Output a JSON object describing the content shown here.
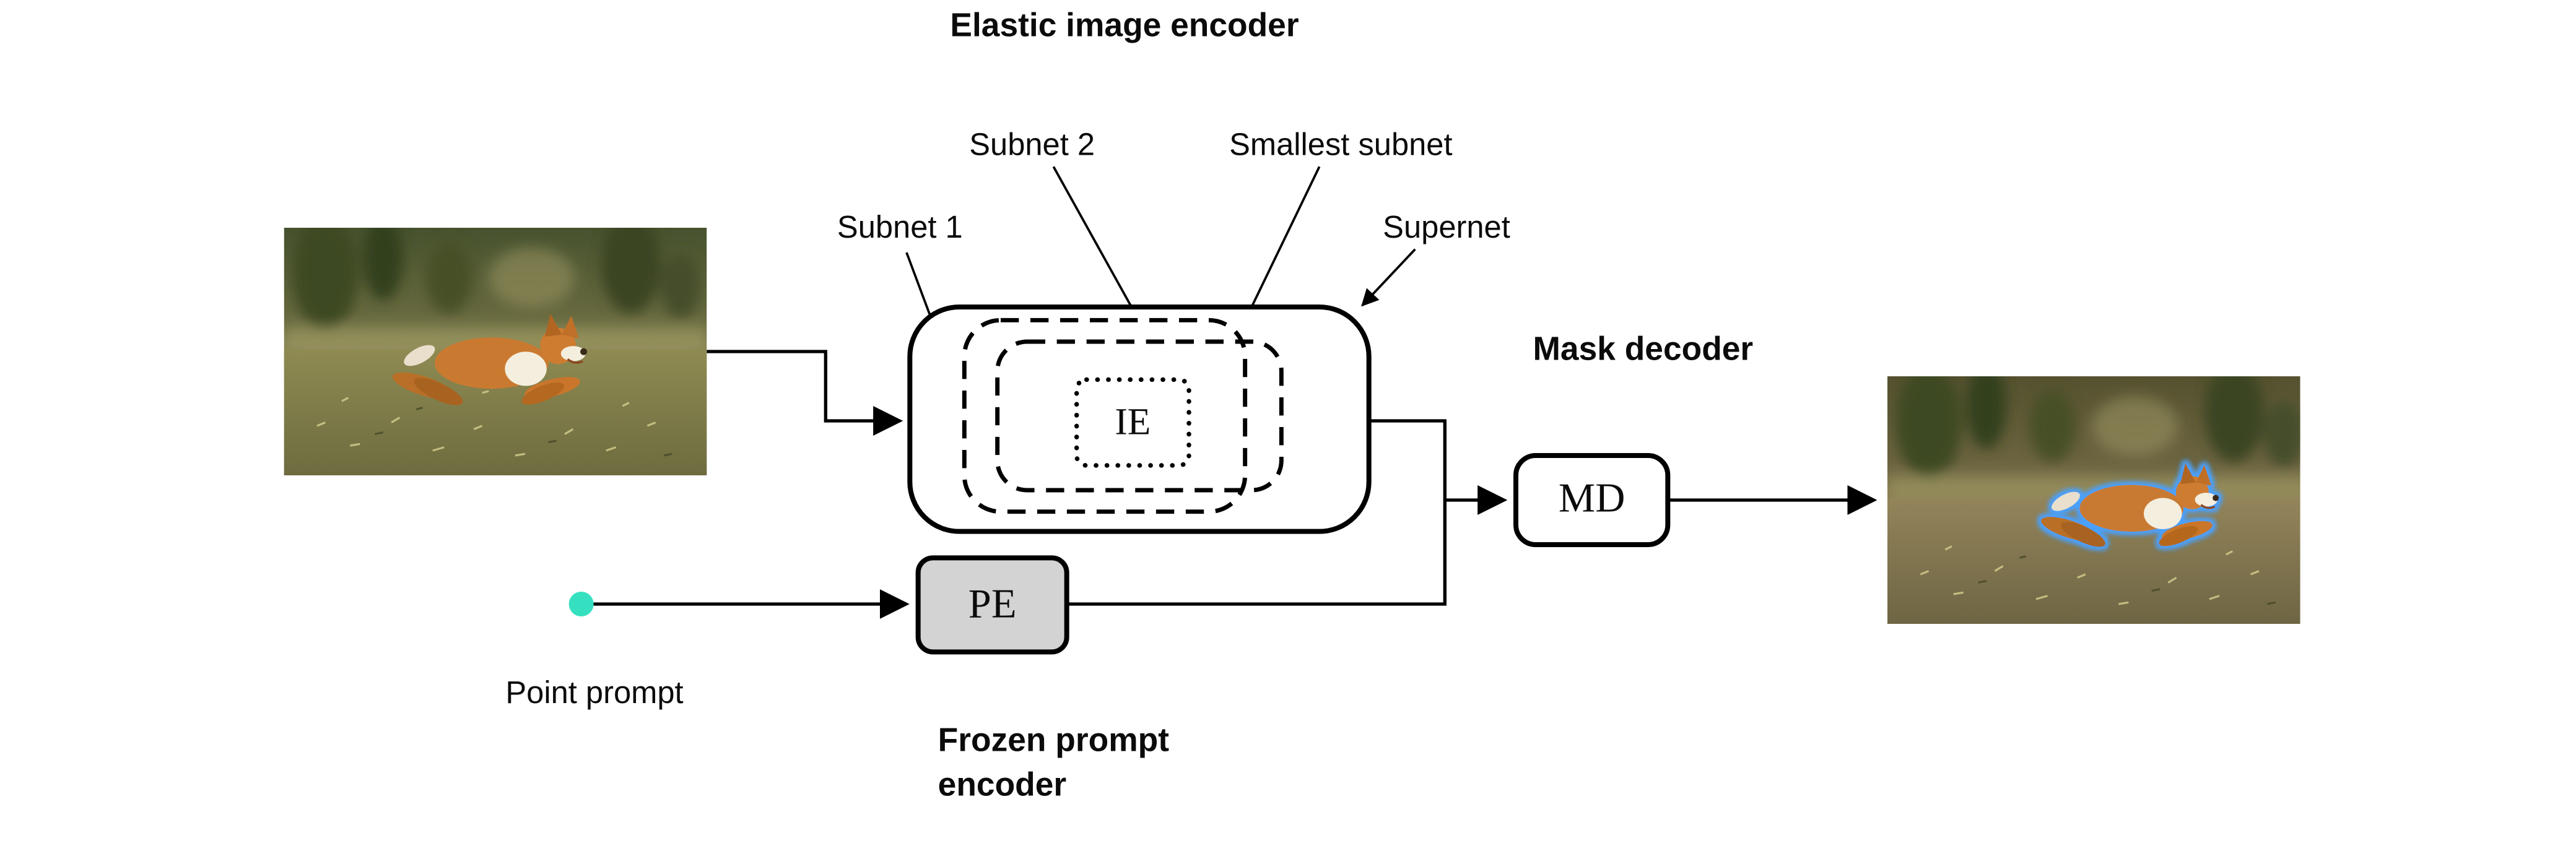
{
  "title": "Elastic image encoder",
  "labels": {
    "subnet1": "Subnet 1",
    "subnet2": "Subnet 2",
    "smallest_subnet": "Smallest subnet",
    "supernet": "Supernet",
    "mask_decoder": "Mask decoder",
    "point_prompt": "Point prompt",
    "frozen_prompt_encoder_line1": "Frozen prompt",
    "frozen_prompt_encoder_line2": "encoder"
  },
  "nodes": {
    "image_encoder": "IE",
    "mask_decoder": "MD",
    "prompt_encoder": "PE"
  },
  "colors": {
    "point_prompt_dot": "#35e0c0",
    "mask_outline": "#49a1ff",
    "pe_fill": "#d3d3d3",
    "line": "#000000"
  }
}
